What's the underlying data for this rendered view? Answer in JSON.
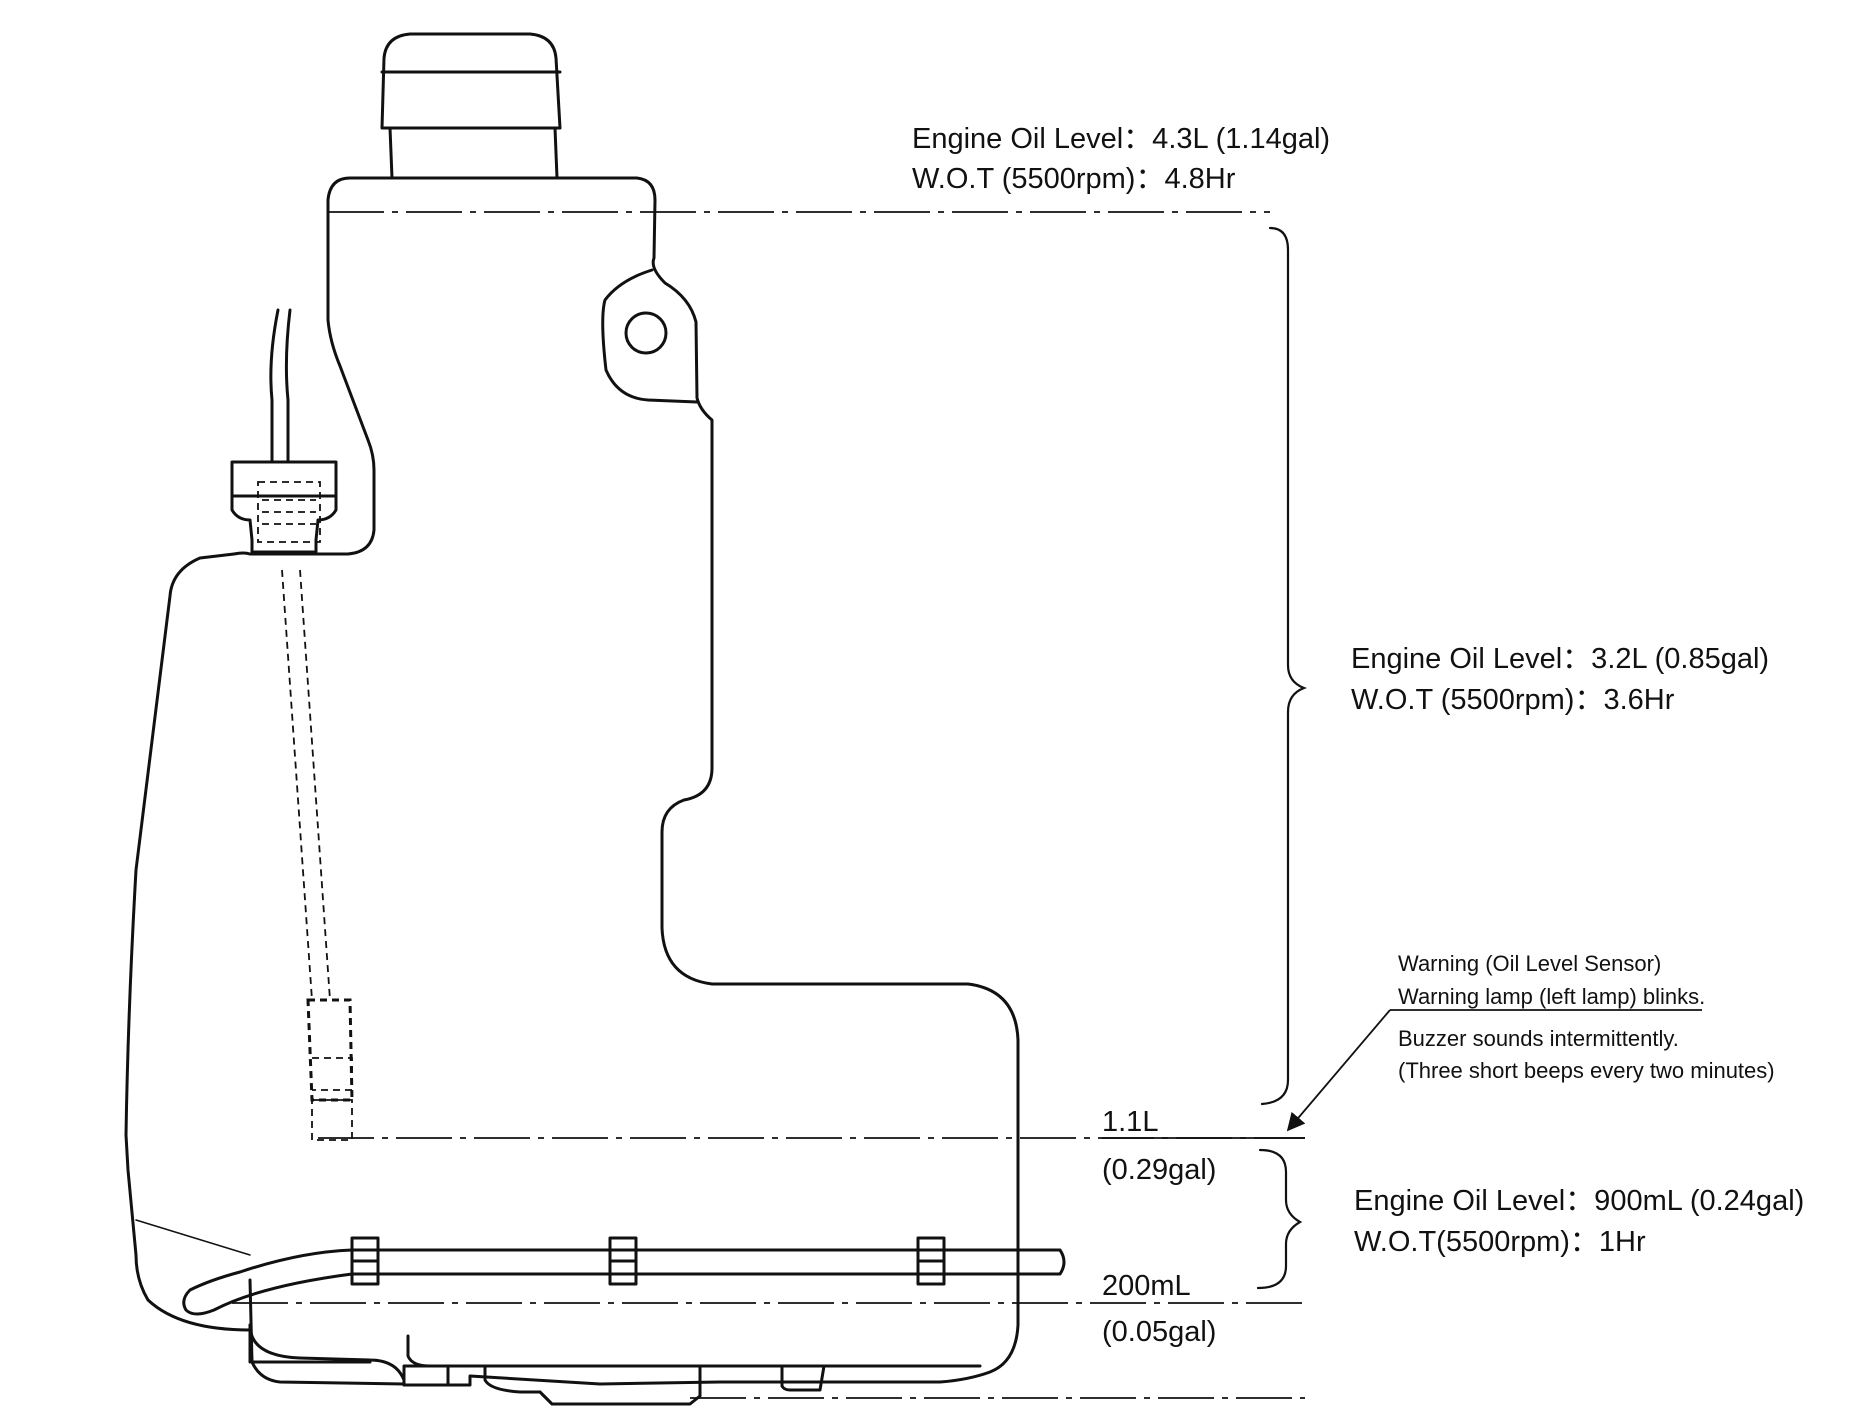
{
  "top": {
    "oil_level": "Engine Oil Level：4.3L (1.14gal)",
    "wot": "W.O.T (5500rpm)：4.8Hr"
  },
  "middle": {
    "oil_level": "Engine Oil Level：3.2L (0.85gal)",
    "wot": "W.O.T (5500rpm)：3.6Hr"
  },
  "warning": {
    "title": "Warning (Oil Level Sensor)",
    "lamp": "Warning lamp (left lamp) blinks.",
    "buzzer": "Buzzer sounds intermittently.",
    "beeps": "(Three short beeps every two minutes)"
  },
  "level_1_1": {
    "liters": "1.1L",
    "gallons": "(0.29gal)"
  },
  "bottom": {
    "oil_level": "Engine Oil Level：900mL (0.24gal)",
    "wot": "W.O.T(5500rpm)：1Hr"
  },
  "level_200": {
    "ml": "200mL",
    "gallons": "(0.05gal)"
  }
}
